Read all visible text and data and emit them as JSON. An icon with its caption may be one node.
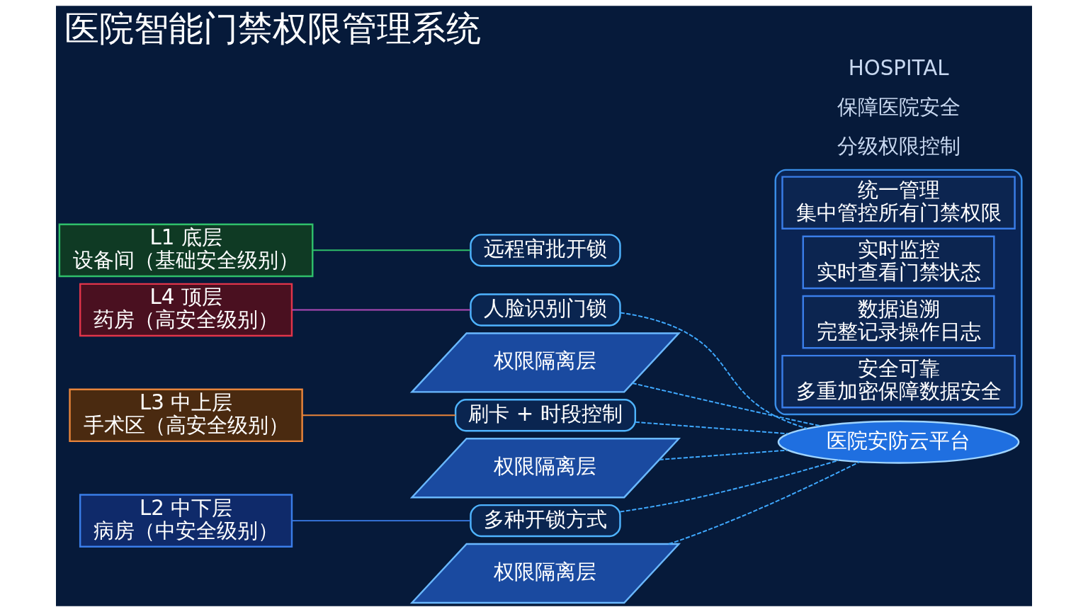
{
  "diagram": {
    "title": "医院智能门禁权限管理系统",
    "nodes": [
      {
        "text": [
          "L4 顶层",
          "药房（高安全级别）"
        ]
      },
      {
        "text": [
          "人脸识别门锁"
        ]
      },
      {
        "text": [
          "权限隔离层"
        ]
      },
      {
        "text": [
          "医院安防云平台"
        ]
      },
      {
        "text": [
          "L3 中上层",
          "手术区（高安全级别）"
        ]
      },
      {
        "text": [
          "刷卡 + 时段控制"
        ]
      },
      {
        "text": [
          "权限隔离层"
        ]
      },
      {
        "text": [
          "L2 中下层",
          "病房（中安全级别）"
        ]
      },
      {
        "text": [
          "多种开锁方式"
        ]
      },
      {
        "text": [
          "权限隔离层"
        ]
      },
      {
        "text": [
          "L1 底层",
          "设备间（基础安全级别）"
        ]
      },
      {
        "text": [
          "远程审批开锁"
        ]
      },
      {
        "text": [],
        "shape": "box"
      },
      {
        "text": [
          "统一管理",
          "集中管控所有门禁权限"
        ],
        "in": 12
      },
      {
        "text": [
          "实时监控",
          "实时查看门禁状态"
        ],
        "in": 12
      },
      {
        "text": [
          "数据追溯",
          "完整记录操作日志"
        ],
        "in": 12
      },
      {
        "text": [
          "安全可靠",
          "多重加密保障数据安全"
        ],
        "in": 12
      }
    ],
    "edges": [
      {
        "from": 0,
        "to": 1,
        "arrow": "none",
        "color": "#b04ab8"
      },
      {
        "from": 4,
        "to": 5,
        "arrow": "none",
        "color": "#e8843a"
      },
      {
        "from": 7,
        "to": 8,
        "arrow": "none",
        "color": "#3a7de8"
      },
      {
        "from": 10,
        "to": 11,
        "arrow": "none",
        "color": "#2fbf6a"
      },
      {
        "from": 1,
        "to": 3,
        "arrow": "none",
        "style": "dashed"
      },
      {
        "from": 2,
        "to": 3,
        "arrow": "none",
        "style": "dashed"
      },
      {
        "from": 5,
        "to": 3,
        "arrow": "none",
        "style": "dashed"
      },
      {
        "from": 6,
        "to": 3,
        "arrow": "none",
        "style": "dashed"
      },
      {
        "from": 8,
        "to": 3,
        "arrow": "none",
        "style": "dashed"
      },
      {
        "from": 9,
        "to": 3,
        "arrow": "none",
        "style": "dashed"
      }
    ],
    "labels": [
      "分级权限控制",
      "保障医院安全",
      "HOSPITAL"
    ]
  }
}
